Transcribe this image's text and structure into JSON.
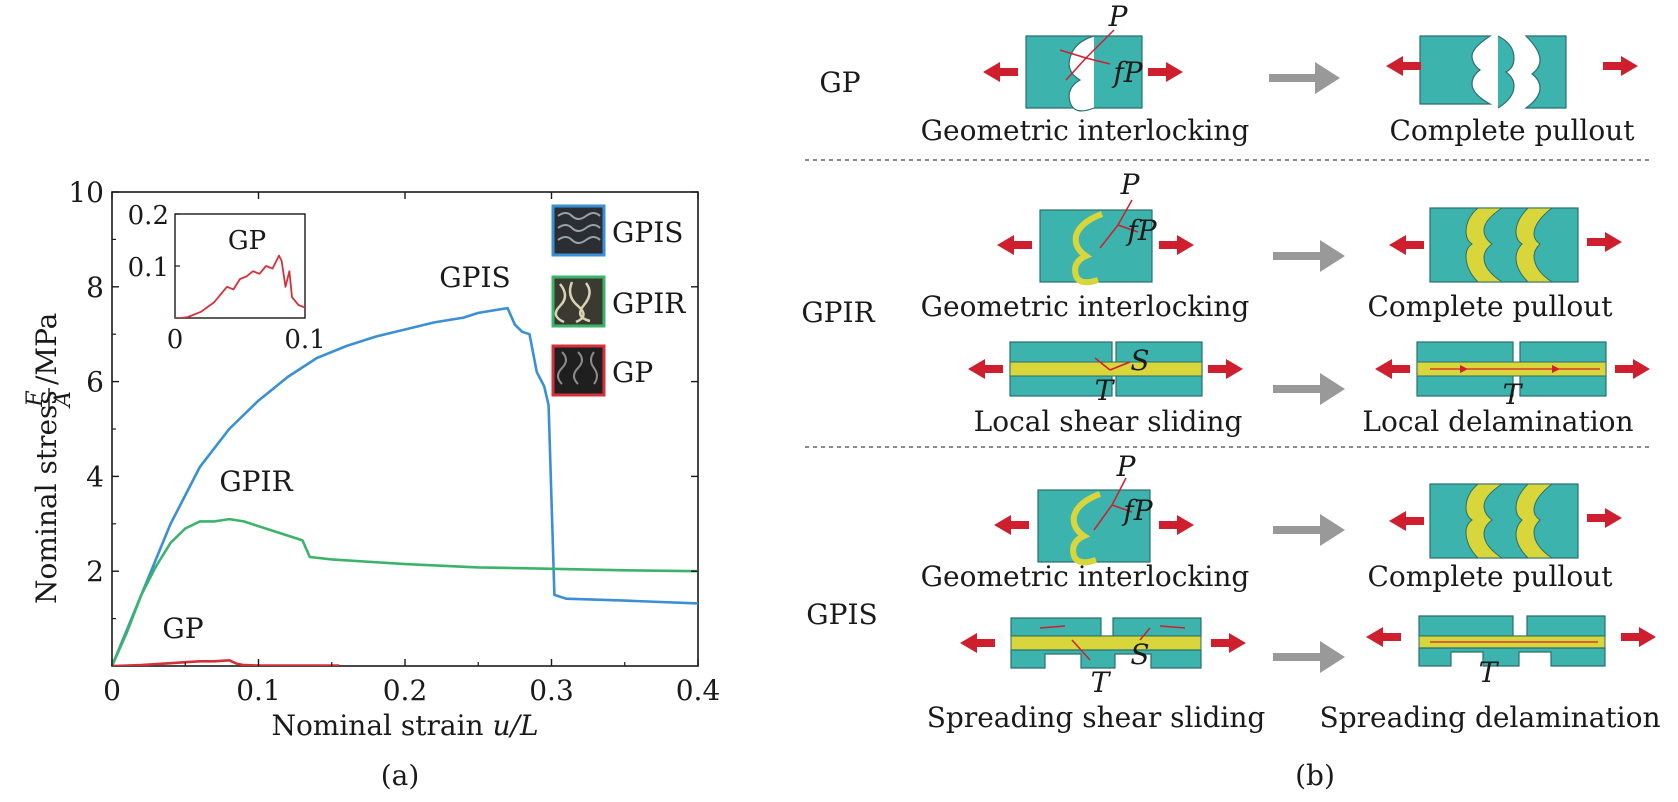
{
  "panel_a": {
    "caption": "(a)",
    "xlabel": "Nominal strain",
    "xlabel_math": "u/L",
    "ylabel": "Nominal stress",
    "ylabel_math_num": "F",
    "ylabel_math_den": "A",
    "ylabel_unit": "/MPa",
    "xticks": [
      "0",
      "0.1",
      "0.2",
      "0.3",
      "0.4"
    ],
    "yticks": [
      "2",
      "4",
      "6",
      "8",
      "10"
    ],
    "curve_labels": {
      "gpis": "GPIS",
      "gpir": "GPIR",
      "gp": "GP"
    },
    "legend": [
      {
        "label": "GPIS",
        "color": "#3b8fd4"
      },
      {
        "label": "GPIR",
        "color": "#3cb36a"
      },
      {
        "label": "GP",
        "color": "#d6303a"
      }
    ],
    "inset": {
      "label": "GP",
      "xticks": [
        "0",
        "0.1"
      ],
      "yticks": [
        "0.1",
        "0.2"
      ]
    }
  },
  "chart_data": {
    "type": "line",
    "xlim": [
      0,
      0.4
    ],
    "ylim": [
      0,
      10
    ],
    "grid": false,
    "legend_position": "top-right",
    "series": [
      {
        "name": "GPIS",
        "color": "#3b8fd4",
        "points": [
          [
            0,
            0
          ],
          [
            0.02,
            1.5
          ],
          [
            0.04,
            3.0
          ],
          [
            0.06,
            4.2
          ],
          [
            0.08,
            5.0
          ],
          [
            0.1,
            5.6
          ],
          [
            0.12,
            6.1
          ],
          [
            0.14,
            6.5
          ],
          [
            0.16,
            6.75
          ],
          [
            0.18,
            6.95
          ],
          [
            0.2,
            7.1
          ],
          [
            0.22,
            7.25
          ],
          [
            0.24,
            7.35
          ],
          [
            0.25,
            7.45
          ],
          [
            0.26,
            7.5
          ],
          [
            0.27,
            7.55
          ],
          [
            0.275,
            7.2
          ],
          [
            0.28,
            7.05
          ],
          [
            0.285,
            7.0
          ],
          [
            0.29,
            6.2
          ],
          [
            0.295,
            5.9
          ],
          [
            0.298,
            5.5
          ],
          [
            0.3,
            3.5
          ],
          [
            0.302,
            1.5
          ],
          [
            0.31,
            1.42
          ],
          [
            0.35,
            1.38
          ],
          [
            0.4,
            1.32
          ]
        ]
      },
      {
        "name": "GPIR",
        "color": "#3cb36a",
        "points": [
          [
            0,
            0
          ],
          [
            0.01,
            0.7
          ],
          [
            0.02,
            1.5
          ],
          [
            0.03,
            2.1
          ],
          [
            0.04,
            2.6
          ],
          [
            0.05,
            2.9
          ],
          [
            0.06,
            3.05
          ],
          [
            0.07,
            3.05
          ],
          [
            0.08,
            3.1
          ],
          [
            0.09,
            3.05
          ],
          [
            0.1,
            2.95
          ],
          [
            0.11,
            2.85
          ],
          [
            0.12,
            2.75
          ],
          [
            0.13,
            2.65
          ],
          [
            0.135,
            2.3
          ],
          [
            0.15,
            2.25
          ],
          [
            0.2,
            2.15
          ],
          [
            0.25,
            2.08
          ],
          [
            0.3,
            2.05
          ],
          [
            0.35,
            2.02
          ],
          [
            0.4,
            2.0
          ]
        ]
      },
      {
        "name": "GP",
        "color": "#d6303a",
        "points": [
          [
            0,
            0
          ],
          [
            0.02,
            0.02
          ],
          [
            0.04,
            0.06
          ],
          [
            0.05,
            0.08
          ],
          [
            0.06,
            0.1
          ],
          [
            0.07,
            0.1
          ],
          [
            0.08,
            0.12
          ],
          [
            0.085,
            0.05
          ],
          [
            0.09,
            0.02
          ],
          [
            0.1,
            0.01
          ],
          [
            0.155,
            0.01
          ]
        ]
      }
    ],
    "inset_series": {
      "name": "GP",
      "xlim": [
        0,
        0.1
      ],
      "ylim": [
        0,
        0.2
      ],
      "points": [
        [
          0,
          0.0
        ],
        [
          0.005,
          0.0
        ],
        [
          0.01,
          0.002
        ],
        [
          0.02,
          0.012
        ],
        [
          0.03,
          0.03
        ],
        [
          0.035,
          0.045
        ],
        [
          0.04,
          0.06
        ],
        [
          0.045,
          0.055
        ],
        [
          0.05,
          0.075
        ],
        [
          0.055,
          0.08
        ],
        [
          0.06,
          0.09
        ],
        [
          0.065,
          0.085
        ],
        [
          0.07,
          0.1
        ],
        [
          0.075,
          0.095
        ],
        [
          0.08,
          0.12
        ],
        [
          0.082,
          0.11
        ],
        [
          0.085,
          0.06
        ],
        [
          0.088,
          0.09
        ],
        [
          0.09,
          0.04
        ],
        [
          0.095,
          0.025
        ],
        [
          0.1,
          0.02
        ]
      ]
    }
  },
  "panel_b": {
    "caption": "(b)",
    "groups": [
      {
        "name": "GP",
        "rows": [
          {
            "left": "Geometric interlocking",
            "right": "Complete pullout"
          }
        ]
      },
      {
        "name": "GPIR",
        "rows": [
          {
            "left": "Geometric interlocking",
            "right": "Complete pullout"
          },
          {
            "left": "Local shear sliding",
            "right": "Local delamination"
          }
        ]
      },
      {
        "name": "GPIS",
        "rows": [
          {
            "left": "Geometric interlocking",
            "right": "Complete pullout"
          },
          {
            "left": "Spreading shear sliding",
            "right": "Spreading delamination"
          }
        ]
      }
    ],
    "symbols": {
      "P": "P",
      "fP": "fP",
      "S": "S",
      "T": "T"
    },
    "colors": {
      "teal": "#3db3ad",
      "yellow": "#d8d63a",
      "red": "#cf1f2e",
      "gray": "#999999"
    }
  }
}
